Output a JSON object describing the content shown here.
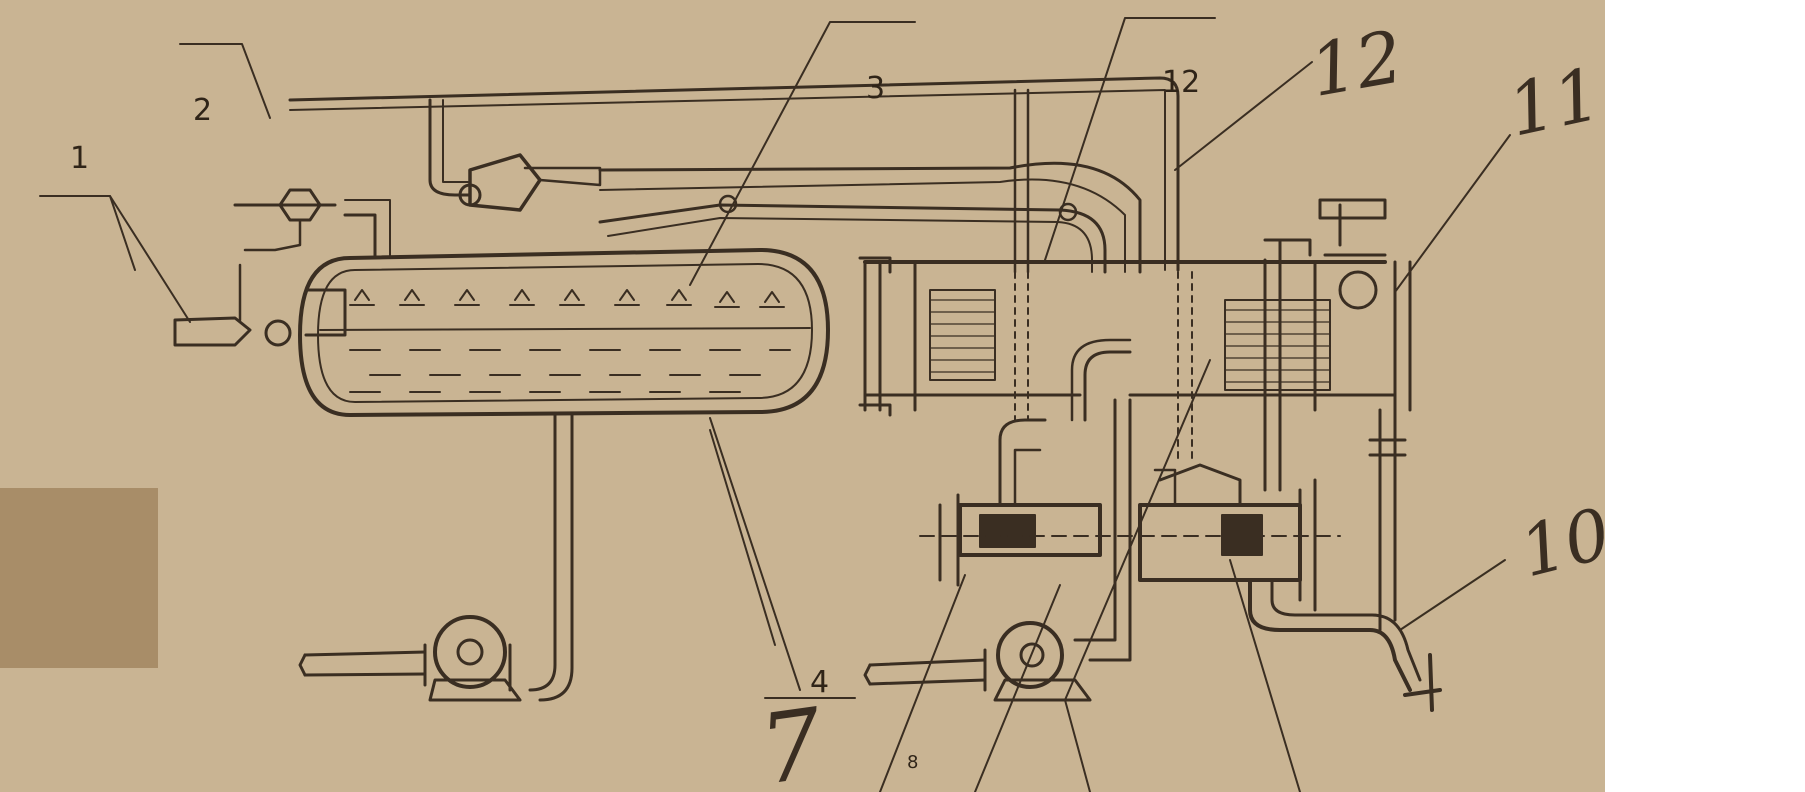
{
  "colors": {
    "paper": "#c9b493",
    "ink": "#3a2e22",
    "swatch": "#a88d68",
    "margin": "#ffffff"
  },
  "printed_labels": {
    "l1": "1",
    "l2": "2",
    "l3": "3",
    "l4": "4",
    "l8": "8",
    "l12": "12"
  },
  "handwritten_labels": {
    "h7": "7",
    "h10": "10",
    "h11": "11",
    "h12": "12"
  }
}
